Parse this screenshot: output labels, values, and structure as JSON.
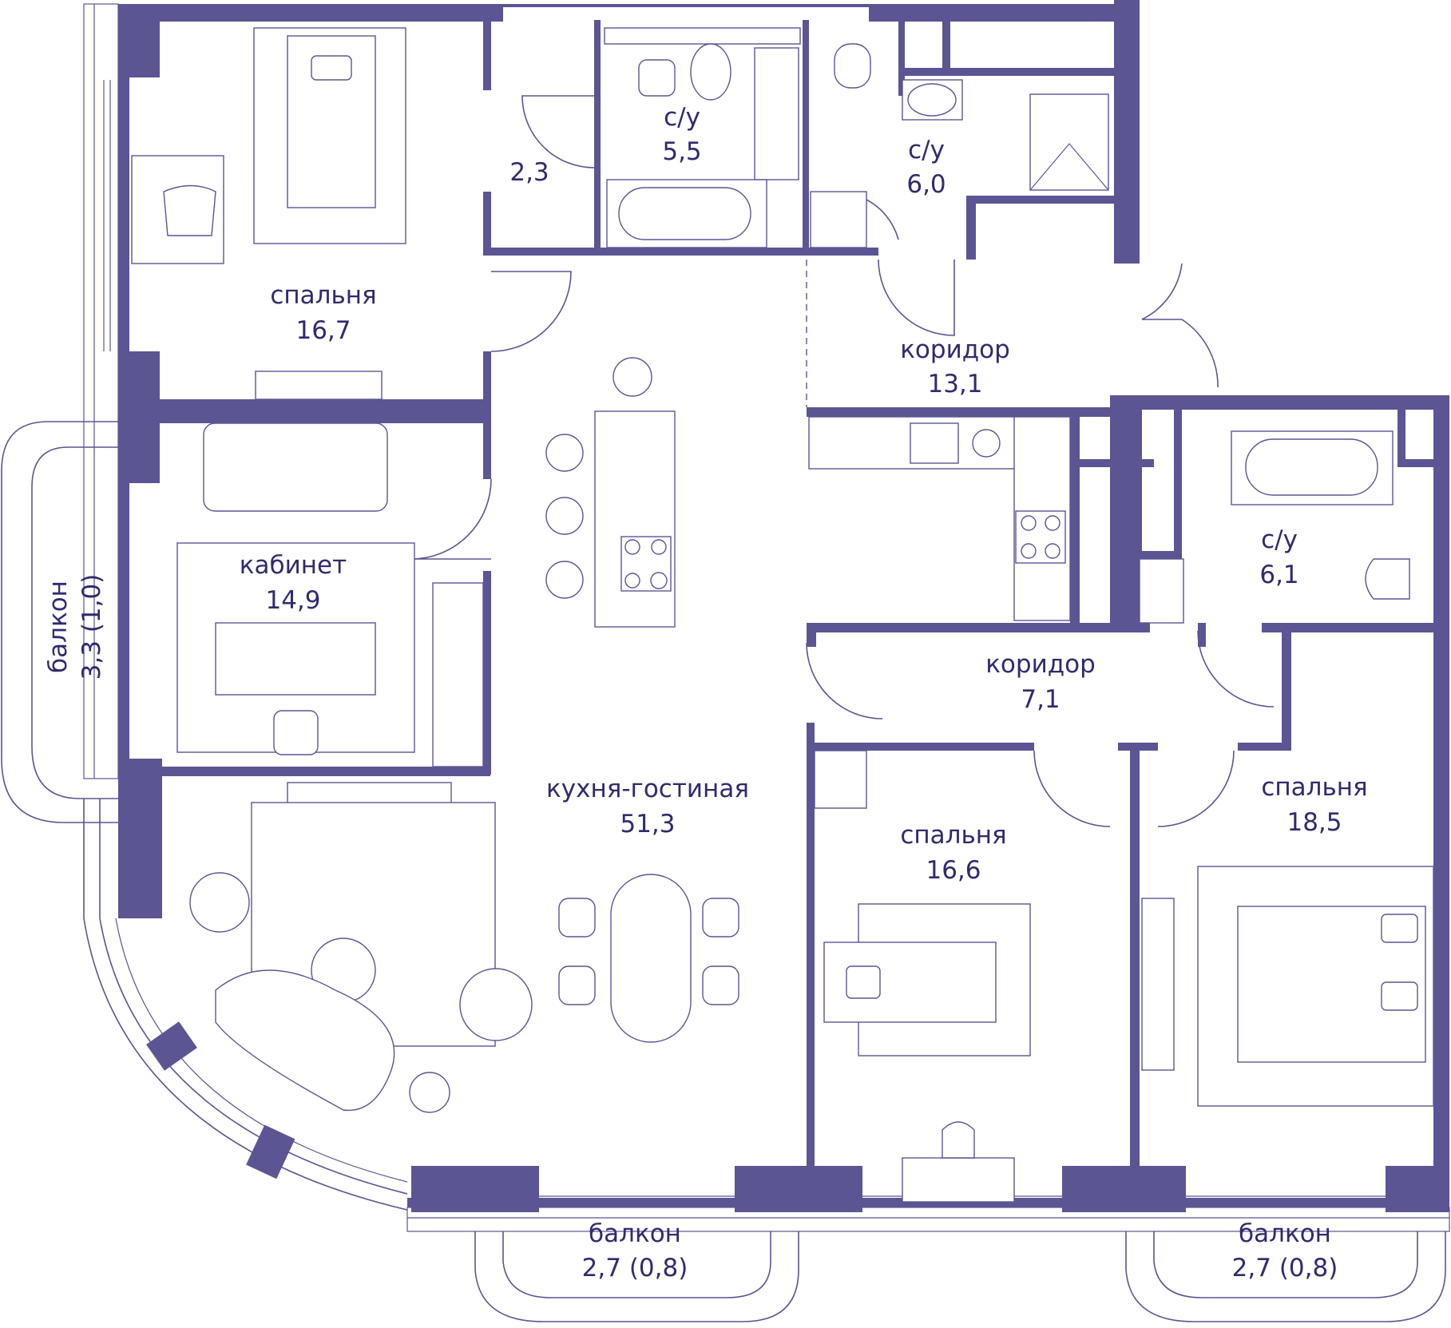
{
  "colors": {
    "wall": "#5b5594",
    "label": "#2f2b6e",
    "background": "#ffffff"
  },
  "rooms": [
    {
      "id": "bedroom-1",
      "name": "спальня",
      "area": "16,7"
    },
    {
      "id": "storage",
      "name": "",
      "area": "2,3"
    },
    {
      "id": "bathroom-1",
      "name": "с/у",
      "area": "5,5"
    },
    {
      "id": "bathroom-2",
      "name": "с/у",
      "area": "6,0"
    },
    {
      "id": "corridor-1",
      "name": "коридор",
      "area": "13,1"
    },
    {
      "id": "study",
      "name": "кабинет",
      "area": "14,9"
    },
    {
      "id": "balcony-left",
      "name": "балкон",
      "area": "3,3 (1,0)"
    },
    {
      "id": "kitchen-living",
      "name": "кухня-гостиная",
      "area": "51,3"
    },
    {
      "id": "bathroom-3",
      "name": "с/у",
      "area": "6,1"
    },
    {
      "id": "corridor-2",
      "name": "коридор",
      "area": "7,1"
    },
    {
      "id": "bedroom-2",
      "name": "спальня",
      "area": "16,6"
    },
    {
      "id": "bedroom-3",
      "name": "спальня",
      "area": "18,5"
    },
    {
      "id": "balcony-bottom-left",
      "name": "балкон",
      "area": "2,7 (0,8)"
    },
    {
      "id": "balcony-bottom-right",
      "name": "балкон",
      "area": "2,7 (0,8)"
    }
  ]
}
